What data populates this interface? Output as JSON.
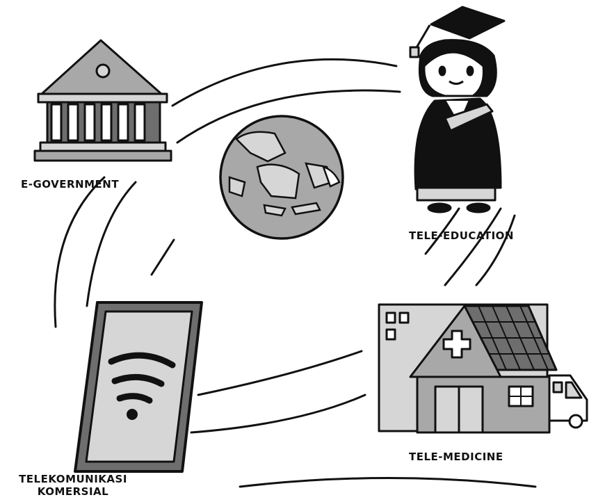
{
  "labels": {
    "e_government": "E-GOVERNMENT",
    "tele_education": "TELE-EDUCATION",
    "tele_medicine": "TELE-MEDICINE",
    "telekom_line1": "TELEKOMUNIKASI",
    "telekom_line2": "KOMERSIAL"
  },
  "colors": {
    "ink": "#111111",
    "gray": "#a8a8a8",
    "light_gray": "#d6d6d6",
    "dark_gray": "#6e6e6e",
    "background": "#ffffff"
  },
  "icons": [
    "government-building-icon",
    "globe-icon",
    "graduate-icon",
    "tablet-wifi-icon",
    "hospital-icon",
    "ambulance-icon"
  ]
}
